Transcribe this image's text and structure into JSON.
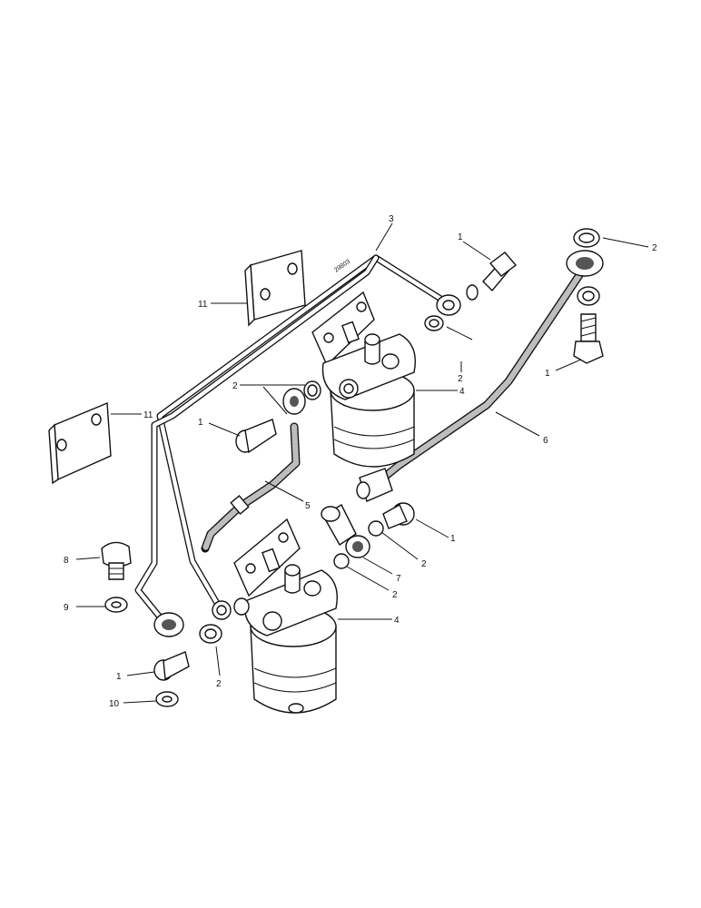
{
  "diagram": {
    "stamp_text": "29803",
    "callouts": {
      "c_3": "3",
      "c_1_top": "1",
      "c_2_topright": "2",
      "c_2_mid": "2",
      "c_1_right": "1",
      "c_11_top": "11",
      "c_11_left": "11",
      "c_2_upperleft": "2",
      "c_4_upper": "4",
      "c_1_left": "1",
      "c_6": "6",
      "c_5": "5",
      "c_1_mid": "1",
      "c_2_midright": "2",
      "c_7": "7",
      "c_2_lowermid": "2",
      "c_8": "8",
      "c_9": "9",
      "c_4_lower": "4",
      "c_2_lower": "2",
      "c_1_lowerleft": "1",
      "c_10": "10"
    }
  }
}
